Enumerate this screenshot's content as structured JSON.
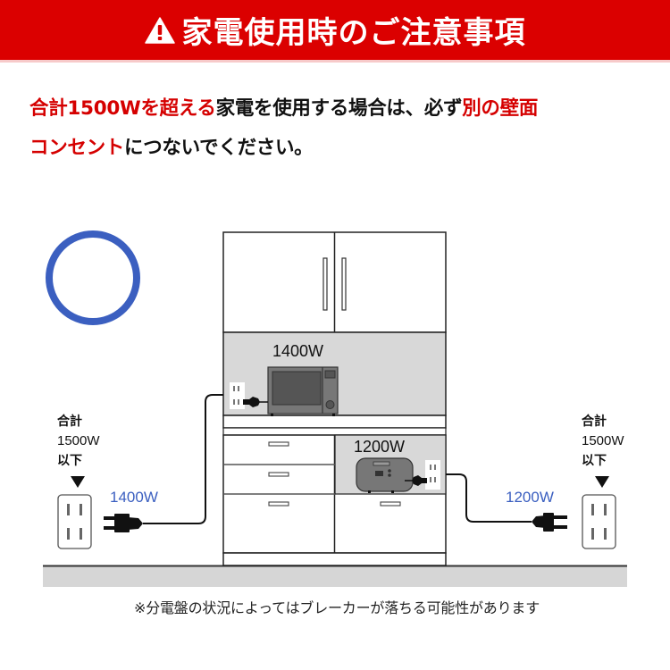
{
  "header": {
    "title": "家電使用時のご注意事項",
    "icon": "warning-triangle-icon",
    "background_color": "#db0000"
  },
  "lead": {
    "segments": [
      {
        "text": "合計1500Wを超える",
        "color": "#d50000"
      },
      {
        "text": "家電を使用する場合は、必ず",
        "color": "#111111"
      },
      {
        "text": "別の壁面",
        "color": "#d50000"
      },
      {
        "text": "コンセント",
        "color": "#d50000"
      },
      {
        "text": "につないでください。",
        "color": "#111111"
      }
    ]
  },
  "diagram": {
    "ok_mark": {
      "icon": "circle-ok-icon",
      "color": "#3b5fc0"
    },
    "microwave": {
      "label": "1400W",
      "icon": "microwave-icon"
    },
    "rice_cooker": {
      "label": "1200W",
      "icon": "rice-cooker-icon"
    },
    "left_outlet": {
      "limit_line1": "合計",
      "limit_line2": "1500W",
      "limit_line3": "以下",
      "cord_watt": "1400W"
    },
    "right_outlet": {
      "limit_line1": "合計",
      "limit_line2": "1500W",
      "limit_line3": "以下",
      "cord_watt": "1200W"
    },
    "colors": {
      "cord_label": "#3b5fc0",
      "shelf_gray": "#d8d8d8",
      "floor_gray": "#d6d6d6"
    }
  },
  "footnote": "※分電盤の状況によってはブレーカーが落ちる可能性があります"
}
